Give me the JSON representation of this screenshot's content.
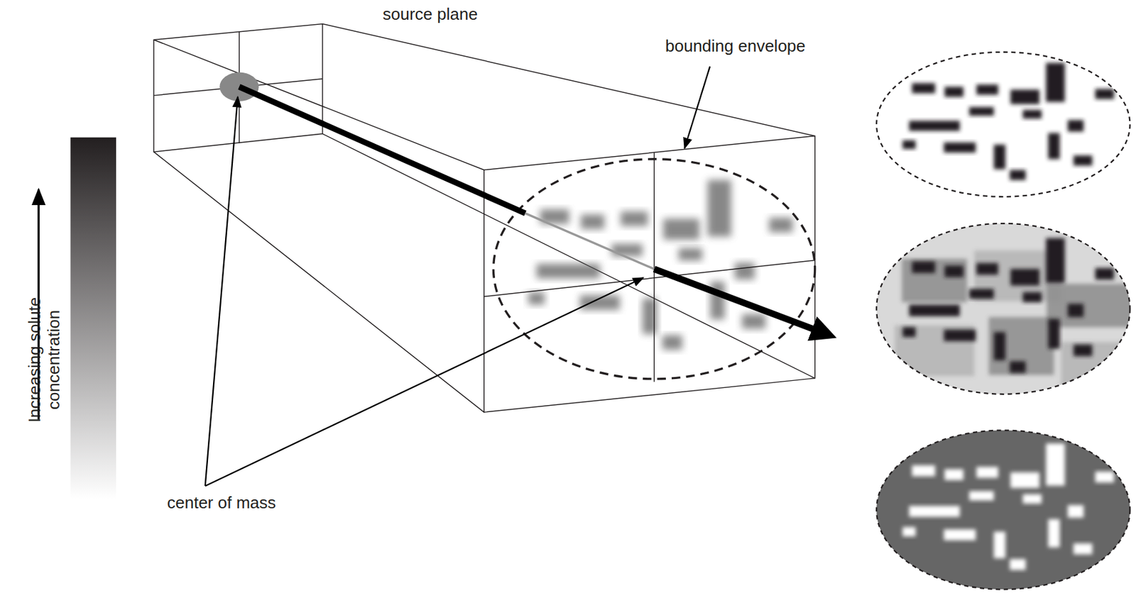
{
  "diagram": {
    "labels": [
      "source plane",
      "bounding envelope",
      "Increasing solute concentration",
      "center of mass"
    ]
  }
}
